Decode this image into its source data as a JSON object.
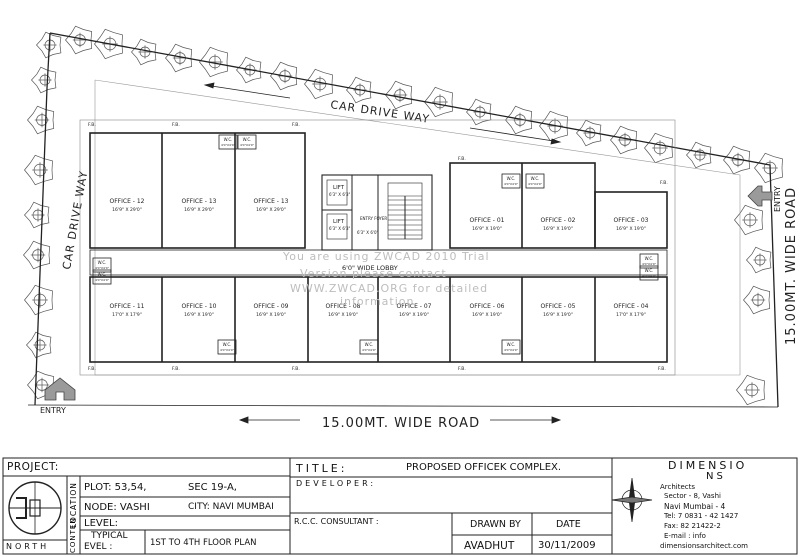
{
  "site": {
    "car_drive_way_top": "CAR DRIVE WAY",
    "car_drive_way_left": "CAR DRIVE WAY",
    "road_bottom": "15.00MT. WIDE ROAD",
    "road_right": "15.00MT. WIDE ROAD",
    "entry_left": "ENTRY",
    "entry_right": "ENTRY",
    "lobby": "6'0\" WIDE LOBBY",
    "lift": "LIFT",
    "lift_dim": "6'3\" X 6'3\"",
    "entry_foyer": "ENTRY FOYER",
    "foyer_dim": "6'3\" X 6'0\"",
    "fb": "F.B.",
    "wc": "W.C.",
    "wc_dim": "4'0\"X4'0\""
  },
  "offices": [
    {
      "label": "OFFICE - 12",
      "dim": "16'9\" X 29'0\""
    },
    {
      "label": "OFFICE - 13",
      "dim": "16'9\" X 29'0\""
    },
    {
      "label": "OFFICE - 13",
      "dim": "16'9\" X 29'0\""
    },
    {
      "label": "OFFICE - 01",
      "dim": "16'9\" X 19'0\""
    },
    {
      "label": "OFFICE - 02",
      "dim": "16'9\" X 19'0\""
    },
    {
      "label": "OFFICE - 03",
      "dim": "16'9\" X 19'0\""
    },
    {
      "label": "OFFICE - 11",
      "dim": "17'0\" X 17'9\""
    },
    {
      "label": "OFFICE - 10",
      "dim": "16'9\" X 19'0\""
    },
    {
      "label": "OFFICE - 09",
      "dim": "16'9\" X 19'0\""
    },
    {
      "label": "OFFICE - 08",
      "dim": "16'9\" X 19'0\""
    },
    {
      "label": "OFFICE - 07",
      "dim": "16'9\" X 19'0\""
    },
    {
      "label": "OFFICE - 06",
      "dim": "16'9\" X 19'0\""
    },
    {
      "label": "OFFICE - 05",
      "dim": "16'9\" X 19'0\""
    },
    {
      "label": "OFFICE - 04",
      "dim": "17'0\" X 17'9\""
    }
  ],
  "watermark": [
    "You are using ZWCAD 2010 Trial",
    "Version please contact",
    "WWW.ZWCAD.ORG for detailed",
    "information"
  ],
  "title_block": {
    "project_label": "PROJECT:",
    "plot": "PLOT: 53,54,",
    "sec": "SEC   19-A,",
    "node": "NODE: VASHI",
    "city": "CITY: NAVI MUMBAI",
    "level_label": "LEVEL:",
    "typical": "TYPICAL",
    "evel": "EVEL :",
    "floor_plan": "1ST TO 4TH FLOOR PLAN",
    "location_side": "LOCATION",
    "content_side": "CONTEN",
    "north": "NORTH",
    "title_label": "TITLE:",
    "title_value": "PROPOSED OFFICEK COMPLEX.",
    "developer_label": "DEVELOPER:",
    "rcc_label": "R.C.C. CONSULTANT :",
    "drawn_by_label": "DRAWN BY",
    "drawn_by_value": "AVADHUT",
    "date_label": "DATE",
    "date_value": "30/11/2009",
    "firm_title": "DIMENSIO",
    "firm_sub": "NS",
    "firm_lines": [
      "Architects",
      "Sector - 8, Vashi",
      "Navi Mumbai - 4",
      "Tel: 7 0831 - 42 1427",
      "Fax: 82 21422-2",
      "E-mail : info",
      "dimensionsarchitect.com"
    ]
  },
  "colors": {
    "line": "#222222",
    "tree": "#555555",
    "watermark": "#bdbdbd",
    "arrow": "#777777"
  }
}
